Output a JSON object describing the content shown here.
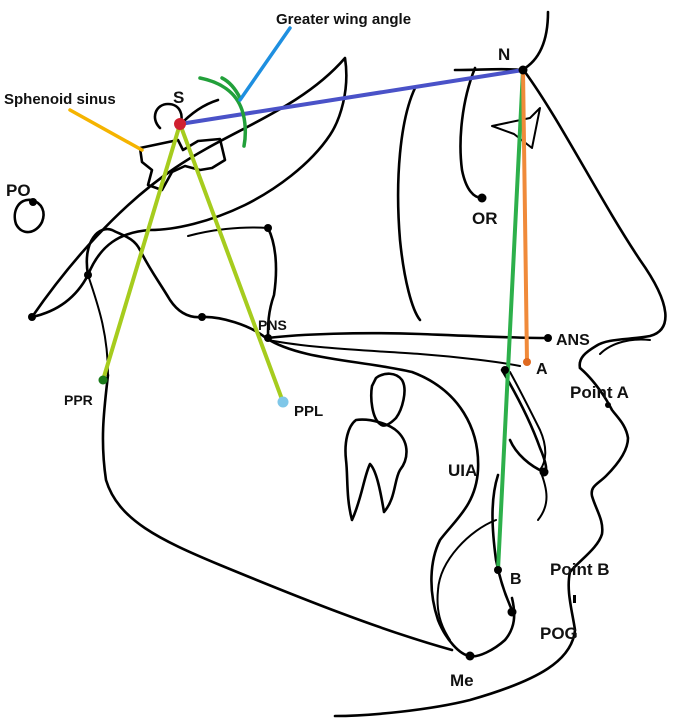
{
  "labels": {
    "greater_wing_angle": "Greater wing angle",
    "sphenoid_sinus": "Sphenoid sinus",
    "s": "S",
    "n": "N",
    "po": "PO",
    "or": "OR",
    "pns": "PNS",
    "ans": "ANS",
    "a": "A",
    "point_a": "Point A",
    "ppr": "PPR",
    "ppl": "PPL",
    "uia": "UIA",
    "b": "B",
    "point_b": "Point B",
    "pog": "POG",
    "me": "Me"
  },
  "colors": {
    "sn_line": "#4a52c8",
    "n_b_line": "#2db04b",
    "n_a_line": "#f08a3a",
    "pterygoid_lines": "#a6cc1e",
    "greater_wing_pointer": "#1e8fe0",
    "greater_wing_curve": "#22a03a",
    "sphenoid_pointer": "#f5b400",
    "s_point": "#d02030",
    "ppr_point": "#1a7a1a",
    "ppl_point": "#7fc7e8"
  }
}
